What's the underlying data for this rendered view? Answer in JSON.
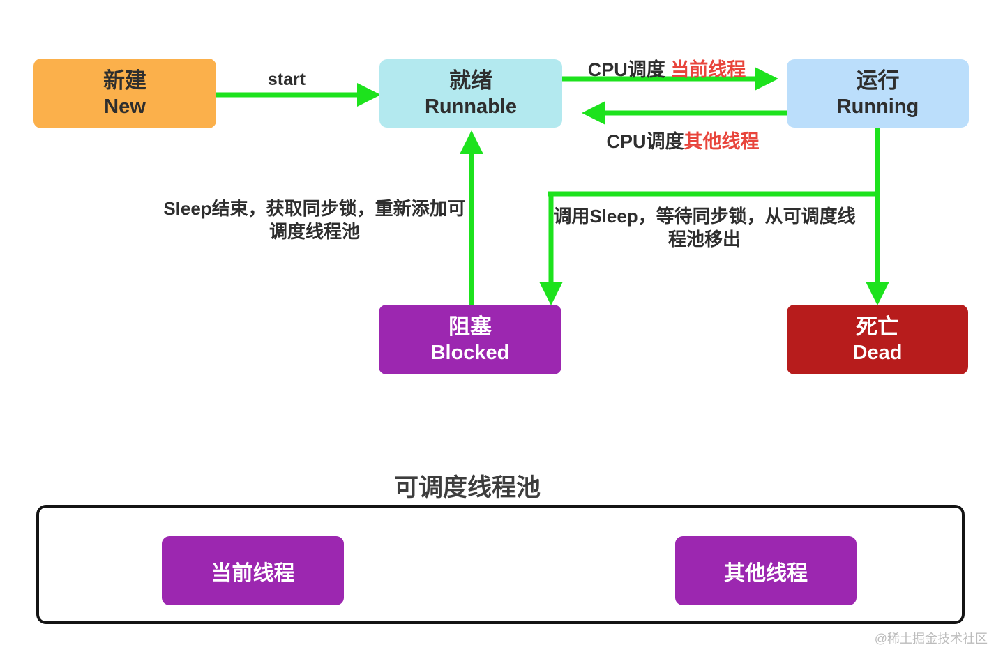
{
  "colors": {
    "arrow_green": "#1de21d",
    "orange": "#fbb04b",
    "cyan": "#b3e9ef",
    "blue": "#bbdefb",
    "purple": "#9c27b0",
    "dark_red": "#b71c1c",
    "red_text": "#e8453c",
    "dark_text": "#2e2e2e",
    "watermark": "#bcbcbc"
  },
  "nodes": {
    "new": {
      "zh": "新建",
      "en": "New"
    },
    "runnable": {
      "zh": "就绪",
      "en": "Runnable"
    },
    "running": {
      "zh": "运行",
      "en": "Running"
    },
    "blocked": {
      "zh": "阻塞",
      "en": "Blocked"
    },
    "dead": {
      "zh": "死亡",
      "en": "Dead"
    }
  },
  "edges": {
    "start": {
      "label": "start"
    },
    "cpu_schedule_current": {
      "prefix": "CPU调度 ",
      "highlight": "当前线程"
    },
    "cpu_schedule_other": {
      "prefix": "CPU调度",
      "highlight": "其他线程"
    },
    "sleep_end": {
      "line1": "Sleep结束，获取同步锁，重新添加可",
      "line2": "调度线程池"
    },
    "call_sleep": {
      "line1": "调用Sleep，等待同步锁，从可调度线",
      "line2": "程池移出"
    }
  },
  "pool": {
    "title": "可调度线程池",
    "items": [
      {
        "label": "当前线程"
      },
      {
        "label": "其他线程"
      }
    ]
  },
  "watermark": "@稀土掘金技术社区"
}
